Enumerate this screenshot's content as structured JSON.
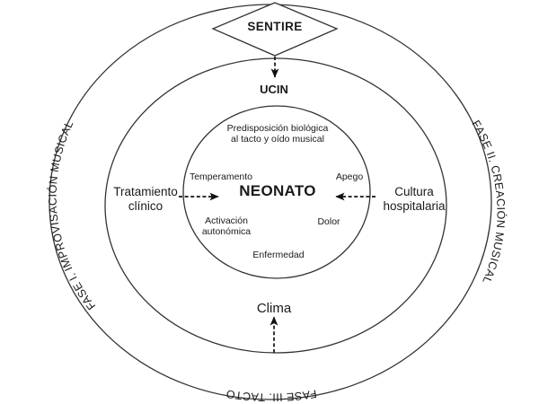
{
  "diagram": {
    "title": "SENTIRE",
    "center_node": "NEONATO",
    "top_node": "UCIN",
    "bottom_node": "Clima",
    "left_node": "Tratamiento clínico",
    "right_node": "Cultura hospitalaria",
    "inner_attributes": {
      "top": "Predisposición biológica al tacto y oído musical",
      "top_line1": "Predisposición biológica",
      "top_line2": "al tacto y oído musical",
      "left_upper": "Temperamento",
      "right_upper": "Apego",
      "left_lower": "Activación autonómica",
      "left_lower_line1": "Activación",
      "left_lower_line2": "autonómica",
      "right_lower": "Dolor",
      "bottom": "Enfermedad"
    },
    "rings": {
      "left_arc": "FASE I. IMPROVISACIÓN MUSICAL",
      "right_arc": "FASE II. CREACIÓN MUSICAL",
      "bottom_arc": "FASE III. TACTO"
    },
    "colors": {
      "stroke": "#333333",
      "text": "#1a1a1a",
      "background": "#ffffff"
    }
  }
}
